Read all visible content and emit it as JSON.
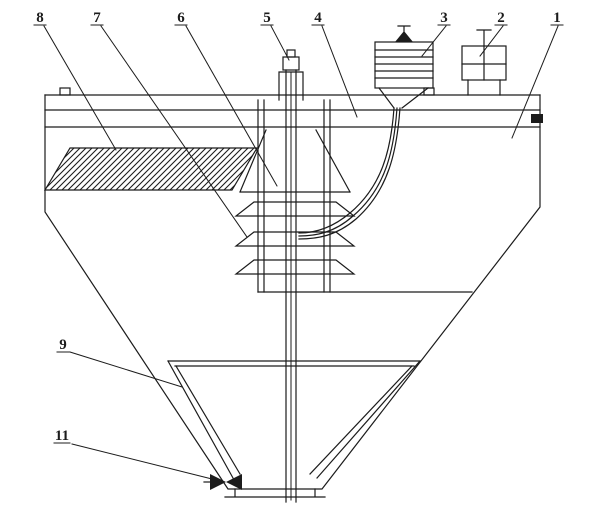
{
  "diagram": {
    "type": "engineering-line-drawing",
    "subject": "conical settling tank assembly",
    "background_color": "#ffffff",
    "line_color": "#1c1c1c",
    "part_labels": [
      {
        "id": "8",
        "text": "8"
      },
      {
        "id": "7",
        "text": "7"
      },
      {
        "id": "6",
        "text": "6"
      },
      {
        "id": "5",
        "text": "5"
      },
      {
        "id": "4",
        "text": "4"
      },
      {
        "id": "3",
        "text": "3"
      },
      {
        "id": "2",
        "text": "2"
      },
      {
        "id": "1",
        "text": "1"
      },
      {
        "id": "9",
        "text": "9"
      },
      {
        "id": "11",
        "text": "11"
      }
    ]
  }
}
